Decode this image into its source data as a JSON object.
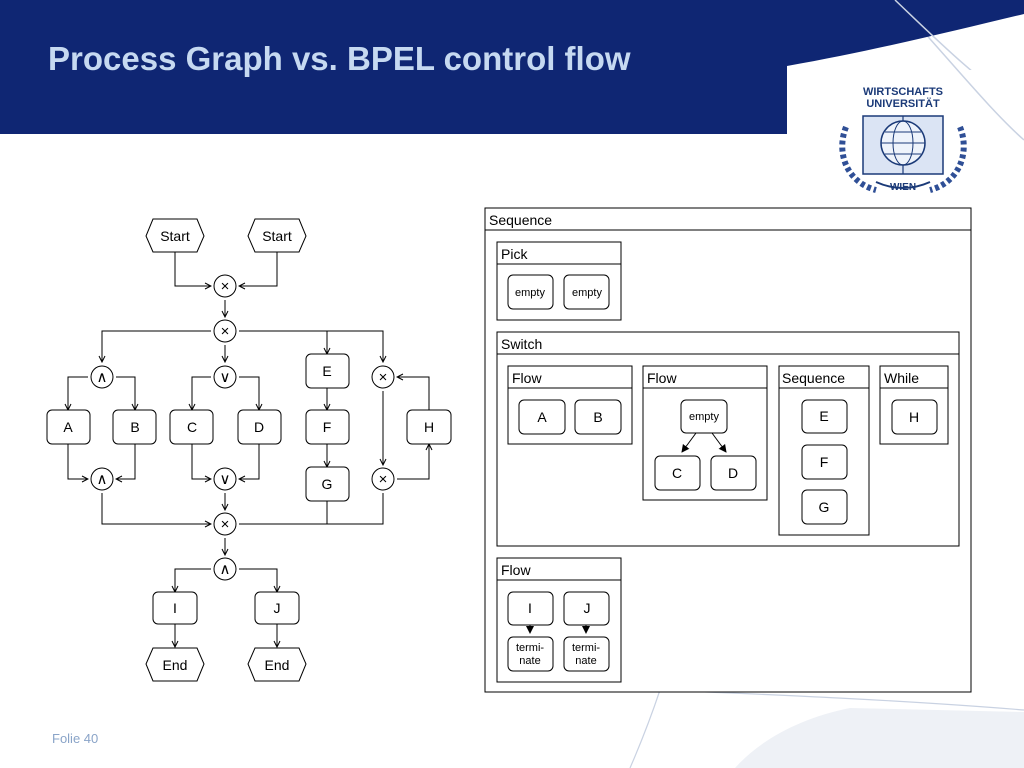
{
  "title": "Process Graph vs. BPEL control flow",
  "footer": "Folie 40",
  "logo": {
    "line1": "WIRTSCHAFTS",
    "line2": "UNIVERSITÄT",
    "line3": "WIEN",
    "icon": "globe-book-laurel-seal"
  },
  "colors": {
    "header": "#0f2673",
    "title_text": "#c6d9f1",
    "footer_text": "#8aa4c8"
  },
  "graph": {
    "start_labels": [
      "Start",
      "Start"
    ],
    "end_labels": [
      "End",
      "End"
    ],
    "gateways": {
      "xor": "×",
      "and": "∧",
      "or": "∨"
    },
    "activities": [
      "A",
      "B",
      "C",
      "D",
      "E",
      "F",
      "G",
      "H",
      "I",
      "J"
    ]
  },
  "bpel": {
    "sequence": "Sequence",
    "pick": {
      "label": "Pick",
      "items": [
        "empty",
        "empty"
      ]
    },
    "switch": {
      "label": "Switch",
      "flow1": {
        "label": "Flow",
        "items": [
          "A",
          "B"
        ]
      },
      "flow2": {
        "label": "Flow",
        "root": "empty",
        "items": [
          "C",
          "D"
        ]
      },
      "sequence": {
        "label": "Sequence",
        "items": [
          "E",
          "F",
          "G"
        ]
      },
      "while": {
        "label": "While",
        "items": [
          "H"
        ]
      }
    },
    "flow": {
      "label": "Flow",
      "items": [
        "I",
        "J"
      ],
      "terminate": [
        "termi-",
        "nate"
      ]
    }
  }
}
